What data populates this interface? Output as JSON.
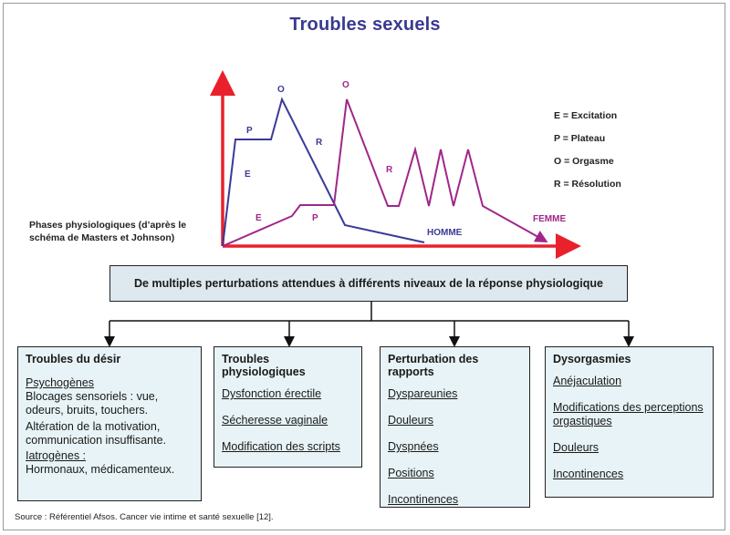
{
  "title": "Troubles sexuels",
  "phase_caption": "Phases physiologiques (d’après le schéma de Masters et Johnson)",
  "legend": [
    "E = Excitation",
    "P = Plateau",
    "O = Orgasme",
    "R = Résolution"
  ],
  "curve_labels": {
    "homme": {
      "name": "HOMME",
      "e": "E",
      "p": "P",
      "o": "O",
      "r": "R"
    },
    "femme": {
      "name": "FEMME",
      "e": "E",
      "p": "P",
      "o": "O",
      "r": "R"
    }
  },
  "colors": {
    "axis": "#e8212c",
    "homme": "#3a3a96",
    "femme": "#a0268a",
    "title": "#3a3a90",
    "box_fill": "#e7f3f6",
    "main_fill": "#dde9ef"
  },
  "main_box": "De multiples perturbations attendues à différents niveaux de la réponse physiologique",
  "boxes": {
    "desir": {
      "title": "Troubles du désir",
      "psycho_label": "Psychogènes",
      "psycho_text_1": "Blocages sensoriels : vue, odeurs, bruits, touchers.",
      "psycho_text_2": "Altération de la motivation, communication insuffisante.",
      "iatro_label": "Iatrogènes :",
      "iatro_text": "Hormonaux, médicamenteux."
    },
    "physio": {
      "title": "Troubles physiologiques",
      "items": [
        "Dysfonction érectile",
        "Sécheresse vaginale",
        "Modification des scripts"
      ]
    },
    "rapports": {
      "title": "Perturbation des rapports",
      "items": [
        "Dyspareunies",
        "Douleurs",
        "Dyspnées",
        "Positions",
        "Incontinences"
      ]
    },
    "dysorg": {
      "title": "Dysorgasmies",
      "items": [
        "Anéjaculation",
        "Modifications des perceptions orgastiques",
        "Douleurs",
        "Incontinences"
      ]
    }
  },
  "source": "Source : Référentiel Afsos. Cancer vie intime et santé sexuelle [12]."
}
